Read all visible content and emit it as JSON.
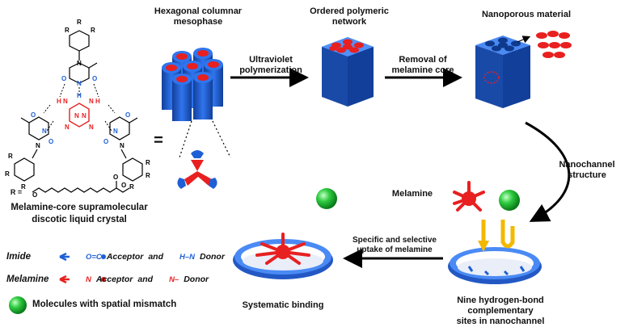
{
  "labels": {
    "hexagonal": [
      "Hexagonal columnar",
      "mesophase"
    ],
    "ordered": [
      "Ordered polymeric",
      "network"
    ],
    "nanoporous": "Nanoporous material",
    "uv": [
      "Ultraviolet",
      "polymerization"
    ],
    "removal": [
      "Removal of",
      "melamine core"
    ],
    "nanochannel": [
      "Nanochannel",
      "structure"
    ],
    "melamine_floating": "Melamine",
    "uptake": [
      "Specific and selective",
      "uptake of melamine"
    ],
    "systematic": "Systematic binding",
    "nine_sites": [
      "Nine hydrogen-bond complementary",
      "sites in nanochannel"
    ],
    "crystal": [
      "Melamine-core supramolecular",
      "discotic liquid crystal"
    ],
    "r_label": "R =",
    "equals": "="
  },
  "legend": {
    "imide": {
      "term": "Imide",
      "acceptor_sym": "O=C",
      "acceptor": "Acceptor",
      "and": "and",
      "donor_sym": "H–N",
      "donor": "Donor"
    },
    "melamine": {
      "term": "Melamine",
      "acceptor_sym": "N",
      "acceptor": "Acceptor",
      "and": "and",
      "donor_sym": "N–",
      "donor": "Donor"
    },
    "mismatch": "Molecules with spatial mismatch"
  },
  "colors": {
    "blue": "#1f5fd6",
    "blue_dark": "#123f9a",
    "red": "#e82020",
    "green": "#2ecc40",
    "black": "#000000"
  }
}
